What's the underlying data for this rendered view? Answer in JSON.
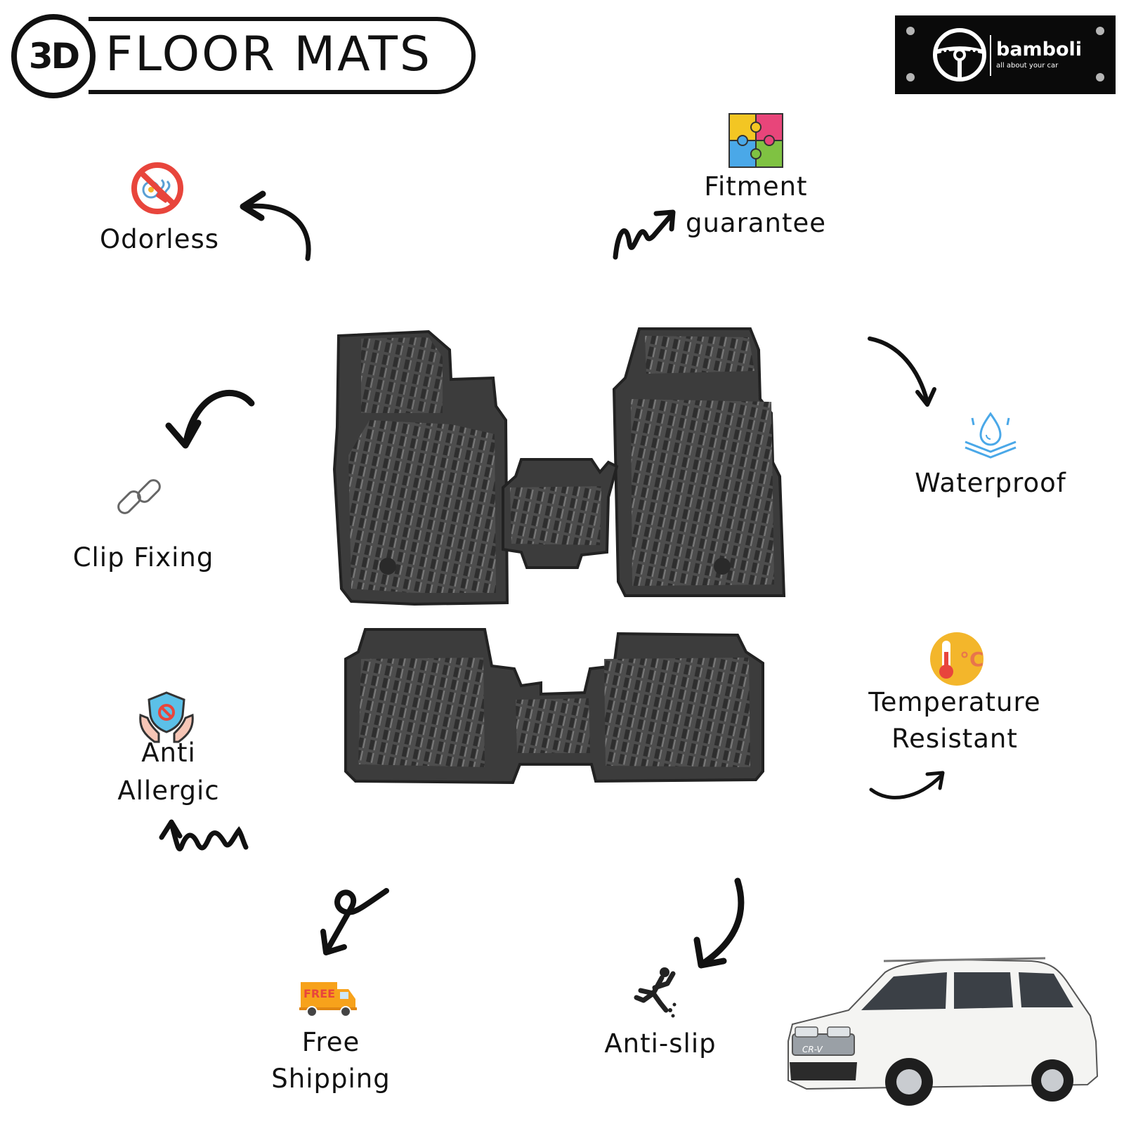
{
  "header": {
    "badge": "3D",
    "title": "FLOOR MATS"
  },
  "brand": {
    "name": "bamboli",
    "tagline": "all about your car"
  },
  "features": {
    "odorless": "Odorless",
    "fitment_line1": "Fitment",
    "fitment_line2": "guarantee",
    "waterproof": "Waterproof",
    "clip_fixing": "Clip Fixing",
    "temperature_line1": "Temperature",
    "temperature_line2": "Resistant",
    "anti_allergic_line1": "Anti",
    "anti_allergic_line2": "Allergic",
    "free_shipping_line1": "Free",
    "free_shipping_line2": "Shipping",
    "anti_slip": "Anti-slip"
  },
  "truck_text": "FREE",
  "car_badge": "CR-V",
  "icons": [
    "no-odor-icon",
    "puzzle-icon",
    "water-drop-icon",
    "chain-link-icon",
    "thermometer-icon",
    "shield-hands-icon",
    "delivery-truck-icon",
    "slipping-person-icon",
    "steering-wheel-icon"
  ],
  "colors": {
    "ink": "#111111",
    "mat": "#4a4a4a",
    "logo_bg": "#0a0a0a",
    "odor_red": "#e8453c",
    "water_blue": "#4aa8e8",
    "thermo_yellow": "#f3b62b",
    "truck_orange": "#f7a21b"
  }
}
